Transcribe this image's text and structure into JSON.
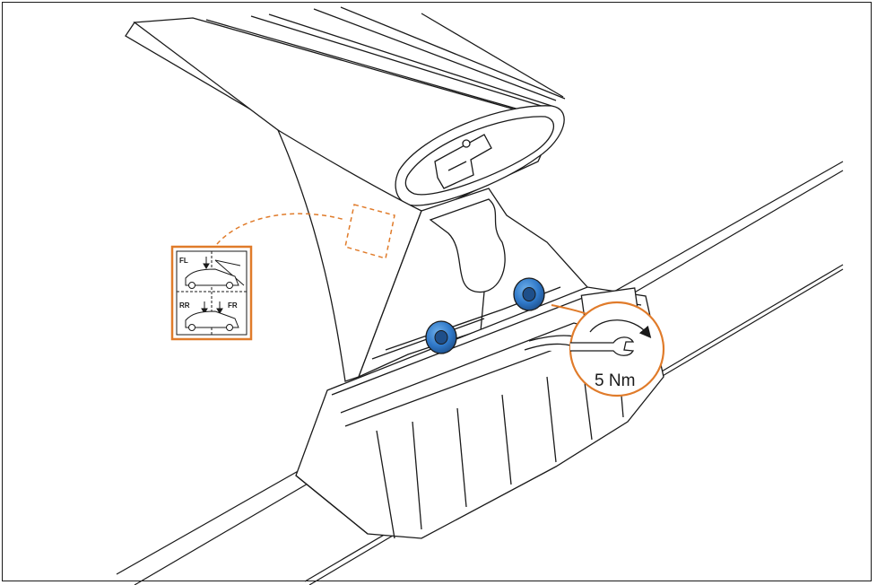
{
  "figure": {
    "torque_label": "5 Nm",
    "position_labels": {
      "front_left": "FL",
      "rear_right": "RR",
      "front_right": "FR"
    },
    "colors": {
      "line": "#1a1a1a",
      "accent_orange": "#e07b2a",
      "bolt_blue": "#2f78c8",
      "bolt_blue_dark": "#1e4f8a"
    },
    "icons": [
      "wrench-icon",
      "rotation-arrow-icon",
      "car-icon",
      "down-arrow-icon"
    ]
  }
}
